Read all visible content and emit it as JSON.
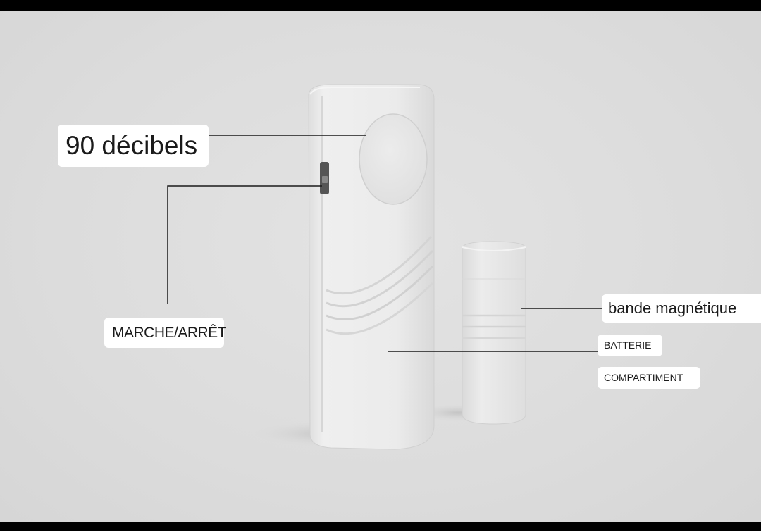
{
  "labels": {
    "decibels": "90 décibels",
    "on_off": "MARCHE/ARRÊT",
    "magnetic_strip": "bande magnétique",
    "battery": "BATTERIE",
    "compartment": "COMPARTIMENT"
  },
  "colors": {
    "background": "#dcdcdc",
    "device_body": "#ececec",
    "callout_line": "#1a1a1a",
    "label_background": "#ffffff"
  },
  "icons": {
    "alarm_unit": "door-alarm-sensor",
    "magnet_unit": "magnetic-contact"
  }
}
